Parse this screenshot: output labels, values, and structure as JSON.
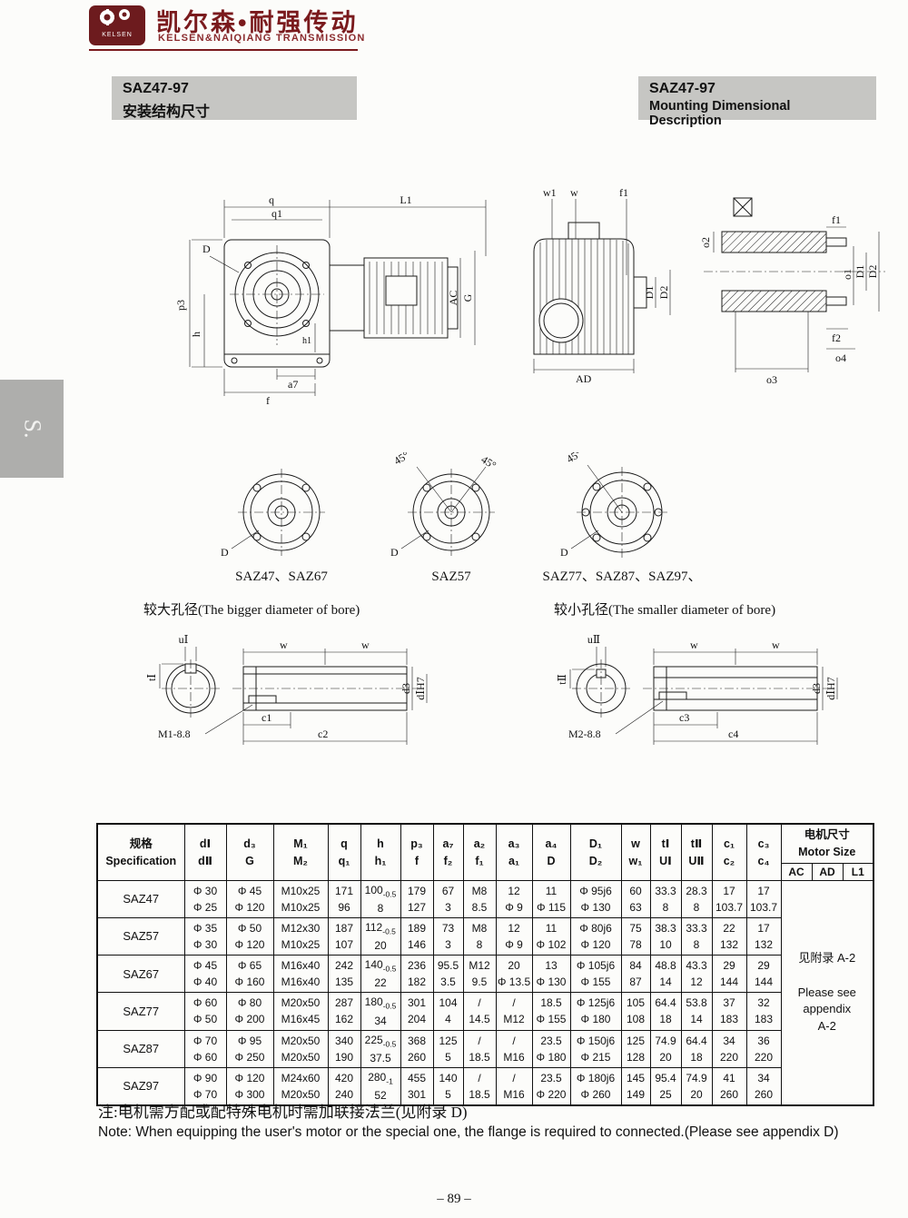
{
  "header": {
    "logo_text": "KELSEN",
    "brand_cn": "凯尔森•耐强传动",
    "brand_en": "KELSEN&NAIQIANG TRANSMISSION"
  },
  "titles": {
    "left_model": "SAZ47-97",
    "left_subtitle": "安装结构尺寸",
    "right_model": "SAZ47-97",
    "right_subtitle": "Mounting Dimensional Description"
  },
  "side_tab": "S.",
  "drawings": {
    "side_view": {
      "q": "q",
      "q1": "q1",
      "L1": "L1",
      "D": "D",
      "p3": "p3",
      "h": "h",
      "h1": "h1",
      "a7": "a7",
      "f": "f",
      "AC": "AC",
      "G": "G"
    },
    "front_view": {
      "w1": "w1",
      "w": "w",
      "f1": "f1",
      "D1": "D1",
      "D2": "D2",
      "AD": "AD"
    },
    "section_view": {
      "f1": "f1",
      "D1": "D1",
      "D2": "D2",
      "o1": "o1",
      "o2": "o2",
      "o3": "o3",
      "o4": "o4",
      "f2": "f2"
    },
    "flanges": {
      "deg45": "45°",
      "D": "D",
      "caption1": "SAZ47、SAZ67",
      "caption2": "SAZ57",
      "caption3": "SAZ77、SAZ87、SAZ97、"
    },
    "bore_big": {
      "title": "较大孔径(The bigger diameter of bore)",
      "u": "uⅠ",
      "t": "tⅠ",
      "w": "w",
      "m": "M1-8.8",
      "c_short": "c1",
      "c_long": "c2",
      "d3": "d3",
      "dh7": "dⅠH7"
    },
    "bore_small": {
      "title": "较小孔径(The smaller diameter of bore)",
      "u": "uⅡ",
      "t": "tⅡ",
      "w": "w",
      "m": "M2-8.8",
      "c_short": "c3",
      "c_long": "c4",
      "d3": "d3",
      "dh7": "dⅠH7"
    }
  },
  "table": {
    "headers": [
      {
        "top": "规格",
        "bottom": "Specification"
      },
      {
        "top": "dⅠ",
        "bottom": "dⅡ"
      },
      {
        "top": "d₃",
        "bottom": "G"
      },
      {
        "top": "M₁",
        "bottom": "M₂"
      },
      {
        "top": "q",
        "bottom": "q₁"
      },
      {
        "top": "h",
        "bottom": "h₁"
      },
      {
        "top": "p₃",
        "bottom": "f"
      },
      {
        "top": "a₇",
        "bottom": "f₂"
      },
      {
        "top": "a₂",
        "bottom": "f₁"
      },
      {
        "top": "a₃",
        "bottom": "a₁"
      },
      {
        "top": "a₄",
        "bottom": "D"
      },
      {
        "top": "D₁",
        "bottom": "D₂"
      },
      {
        "top": "w",
        "bottom": "w₁"
      },
      {
        "top": "tⅠ",
        "bottom": "UⅠ"
      },
      {
        "top": "tⅡ",
        "bottom": "UⅡ"
      },
      {
        "top": "c₁",
        "bottom": "c₂"
      },
      {
        "top": "c₃",
        "bottom": "c₄"
      }
    ],
    "motor_header": {
      "top": "电机尺寸",
      "bottom": "Motor Size",
      "sub": [
        "AC",
        "AD",
        "L1"
      ]
    },
    "motor_note": [
      "见附录 A-2",
      "",
      "Please see",
      "appendix",
      "A-2"
    ],
    "rows": [
      {
        "spec": "SAZ47",
        "cells": [
          [
            "Φ 30",
            "Φ 25"
          ],
          [
            "Φ 45",
            "Φ 120"
          ],
          [
            "M10x25",
            "M10x25"
          ],
          [
            "171",
            "96"
          ],
          [
            "100-0.5",
            "8"
          ],
          [
            "179",
            "127"
          ],
          [
            "67",
            "3"
          ],
          [
            "M8",
            "8.5"
          ],
          [
            "12",
            "Φ 9"
          ],
          [
            "11",
            "Φ 115"
          ],
          [
            "Φ 95j6",
            "Φ 130"
          ],
          [
            "60",
            "63"
          ],
          [
            "33.3",
            "8"
          ],
          [
            "28.3",
            "8"
          ],
          [
            "17",
            "103.7"
          ],
          [
            "17",
            "103.7"
          ]
        ]
      },
      {
        "spec": "SAZ57",
        "cells": [
          [
            "Φ 35",
            "Φ 30"
          ],
          [
            "Φ 50",
            "Φ 120"
          ],
          [
            "M12x30",
            "M10x25"
          ],
          [
            "187",
            "107"
          ],
          [
            "112-0.5",
            "20"
          ],
          [
            "189",
            "146"
          ],
          [
            "73",
            "3"
          ],
          [
            "M8",
            "8"
          ],
          [
            "12",
            "Φ 9"
          ],
          [
            "11",
            "Φ 102"
          ],
          [
            "Φ 80j6",
            "Φ 120"
          ],
          [
            "75",
            "78"
          ],
          [
            "38.3",
            "10"
          ],
          [
            "33.3",
            "8"
          ],
          [
            "22",
            "132"
          ],
          [
            "17",
            "132"
          ]
        ]
      },
      {
        "spec": "SAZ67",
        "cells": [
          [
            "Φ 45",
            "Φ 40"
          ],
          [
            "Φ 65",
            "Φ 160"
          ],
          [
            "M16x40",
            "M16x40"
          ],
          [
            "242",
            "135"
          ],
          [
            "140-0.5",
            "22"
          ],
          [
            "236",
            "182"
          ],
          [
            "95.5",
            "3.5"
          ],
          [
            "M12",
            "9.5"
          ],
          [
            "20",
            "Φ 13.5"
          ],
          [
            "13",
            "Φ 130"
          ],
          [
            "Φ 105j6",
            "Φ 155"
          ],
          [
            "84",
            "87"
          ],
          [
            "48.8",
            "14"
          ],
          [
            "43.3",
            "12"
          ],
          [
            "29",
            "144"
          ],
          [
            "29",
            "144"
          ]
        ]
      },
      {
        "spec": "SAZ77",
        "cells": [
          [
            "Φ 60",
            "Φ 50"
          ],
          [
            "Φ 80",
            "Φ 200"
          ],
          [
            "M20x50",
            "M16x45"
          ],
          [
            "287",
            "162"
          ],
          [
            "180-0.5",
            "34"
          ],
          [
            "301",
            "204"
          ],
          [
            "104",
            "4"
          ],
          [
            "/",
            "14.5"
          ],
          [
            "/",
            "M12"
          ],
          [
            "18.5",
            "Φ 155"
          ],
          [
            "Φ 125j6",
            "Φ 180"
          ],
          [
            "105",
            "108"
          ],
          [
            "64.4",
            "18"
          ],
          [
            "53.8",
            "14"
          ],
          [
            "37",
            "183"
          ],
          [
            "32",
            "183"
          ]
        ]
      },
      {
        "spec": "SAZ87",
        "cells": [
          [
            "Φ 70",
            "Φ 60"
          ],
          [
            "Φ 95",
            "Φ 250"
          ],
          [
            "M20x50",
            "M20x50"
          ],
          [
            "340",
            "190"
          ],
          [
            "225-0.5",
            "37.5"
          ],
          [
            "368",
            "260"
          ],
          [
            "125",
            "5"
          ],
          [
            "/",
            "18.5"
          ],
          [
            "/",
            "M16"
          ],
          [
            "23.5",
            "Φ 180"
          ],
          [
            "Φ 150j6",
            "Φ 215"
          ],
          [
            "125",
            "128"
          ],
          [
            "74.9",
            "20"
          ],
          [
            "64.4",
            "18"
          ],
          [
            "34",
            "220"
          ],
          [
            "36",
            "220"
          ]
        ]
      },
      {
        "spec": "SAZ97",
        "cells": [
          [
            "Φ 90",
            "Φ 70"
          ],
          [
            "Φ 120",
            "Φ 300"
          ],
          [
            "M24x60",
            "M20x50"
          ],
          [
            "420",
            "240"
          ],
          [
            "280-1",
            "52"
          ],
          [
            "455",
            "301"
          ],
          [
            "140",
            "5"
          ],
          [
            "/",
            "18.5"
          ],
          [
            "/",
            "M16"
          ],
          [
            "23.5",
            "Φ 220"
          ],
          [
            "Φ 180j6",
            "Φ 260"
          ],
          [
            "145",
            "149"
          ],
          [
            "95.4",
            "25"
          ],
          [
            "74.9",
            "20"
          ],
          [
            "41",
            "260"
          ],
          [
            "34",
            "260"
          ]
        ]
      }
    ]
  },
  "notes": {
    "cn": "注:电机需方配或配特殊电机时需加联接法兰(见附录 D)",
    "en": "Note: When equipping the user's motor or the special one, the flange is required to connected.(Please see appendix D)"
  },
  "page_number": "– 89 –"
}
